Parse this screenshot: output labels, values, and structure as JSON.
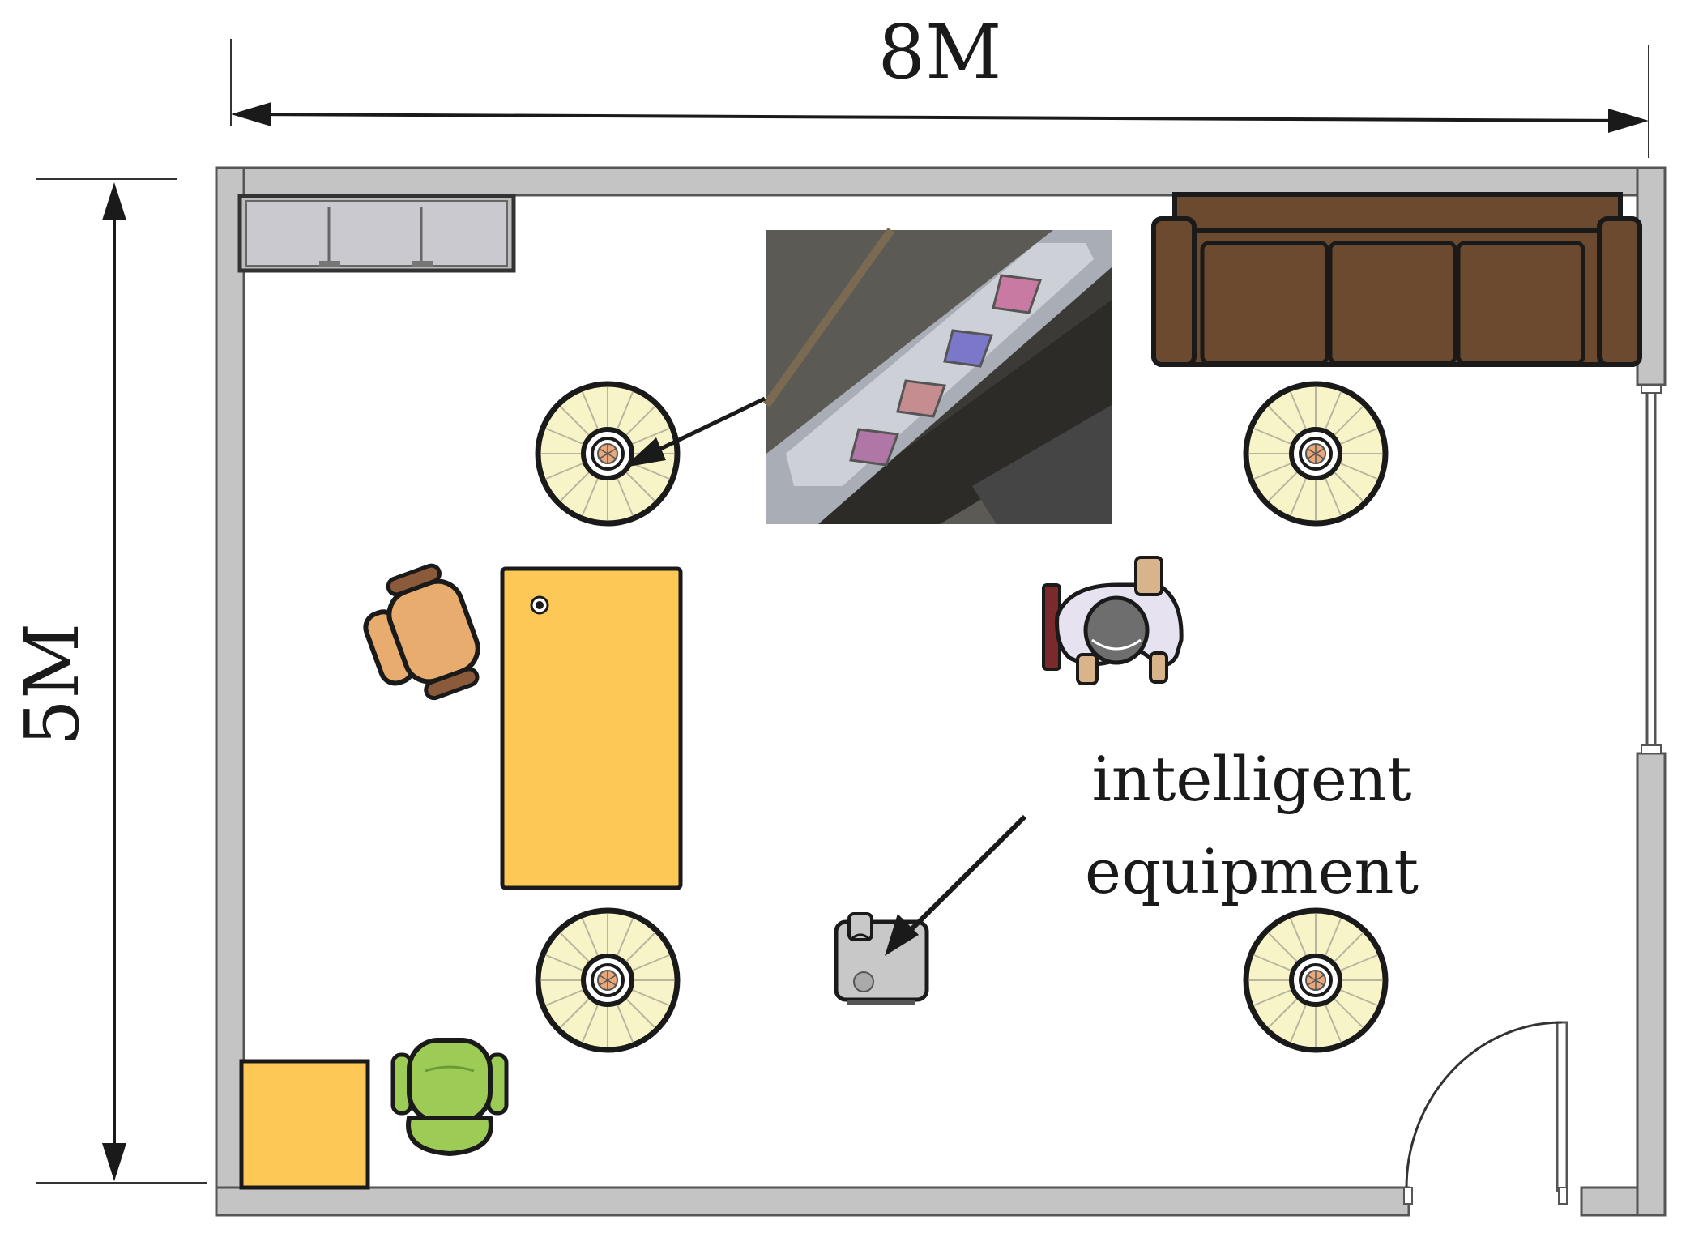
{
  "dimensions": {
    "width_label": "8M",
    "height_label": "5M"
  },
  "annotation": {
    "line1": "intelligent",
    "line2": "equipment"
  },
  "colors": {
    "wall": "#c4c4c4",
    "table": "#fec857",
    "sofa": "#6b4a2f",
    "lamp": "#f7f4c8",
    "chair_orange": "#e8ad6e",
    "chair_green": "#9ccc55",
    "person_shirt": "#e6e2f0",
    "device": "#c8c8c8"
  },
  "icons": [
    "ceiling-camera-icon",
    "sofa-icon",
    "office-chair-icon",
    "person-top-view-icon",
    "robot-device-icon",
    "door-icon",
    "cabinet-icon"
  ]
}
